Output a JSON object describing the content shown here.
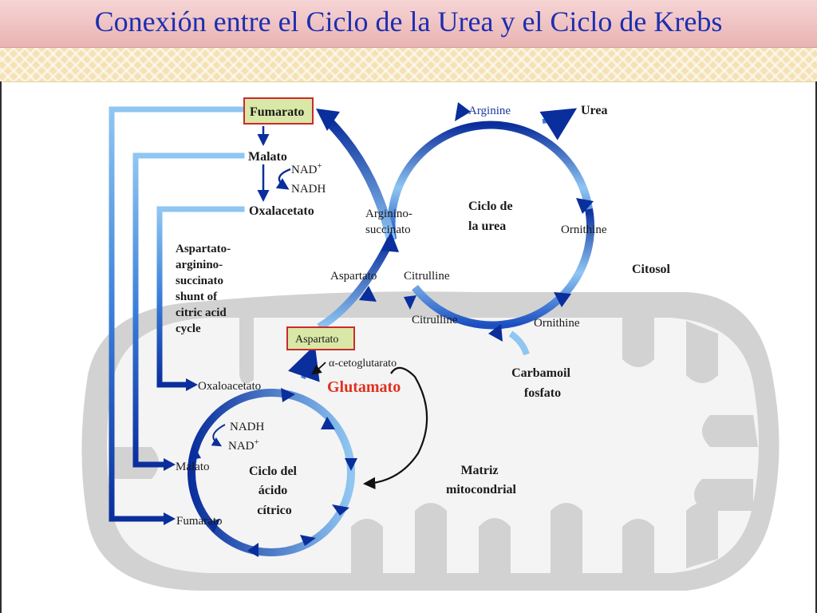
{
  "title": "Conexión entre el Ciclo de la Urea y el Ciclo de  Krebs",
  "labels": {
    "fumarato_top": "Fumarato",
    "malato_top": "Malato",
    "nad_top": "NAD",
    "plus": "+",
    "nadh_top": "NADH",
    "oxalacetato_top": "Oxalacetato",
    "shunt": [
      "Aspartato-",
      "arginino-",
      "succinato",
      "shunt of",
      "citric acid",
      "cycle"
    ],
    "arginino": [
      "Arginino-",
      "succinato"
    ],
    "arginine": "Arginine",
    "urea": "Urea",
    "ciclo_urea": [
      "Ciclo de",
      "la urea"
    ],
    "ornithine_outer": "Ornithine",
    "citosol": "Citosol",
    "aspartato_mid": "Aspartato",
    "citrulline_outer": "Citrulline",
    "citrulline_inner": "Citrulline",
    "ornithine_inner": "Ornithine",
    "aspartato_box": "Aspartato",
    "cetoglutarato": "α-cetoglutarato",
    "glutamato": "Glutamato",
    "carbamoil": [
      "Carbamoil",
      "fosfato"
    ],
    "oxaloacetato_bottom": "Oxaloacetato",
    "nadh_bottom": "NADH",
    "nad_bottom": "NAD",
    "malato_bottom": "Malato",
    "ciclo_citrico": [
      "Ciclo del",
      "ácido",
      "cítrico"
    ],
    "fumarato_bottom": "Fumarato",
    "matriz": [
      "Matriz",
      "mitocondrial"
    ]
  },
  "colors": {
    "title": "#1c2fb0",
    "arrow_dark": "#0a2e9c",
    "arrow_light": "#8fc6f2",
    "glutamato": "#e0301e",
    "highlight_box_fill": "#d9e8a6",
    "highlight_box_border": "#cc2a2a",
    "mitochondrion": "#d2d2d2",
    "matrix": "#f4f4f4"
  }
}
